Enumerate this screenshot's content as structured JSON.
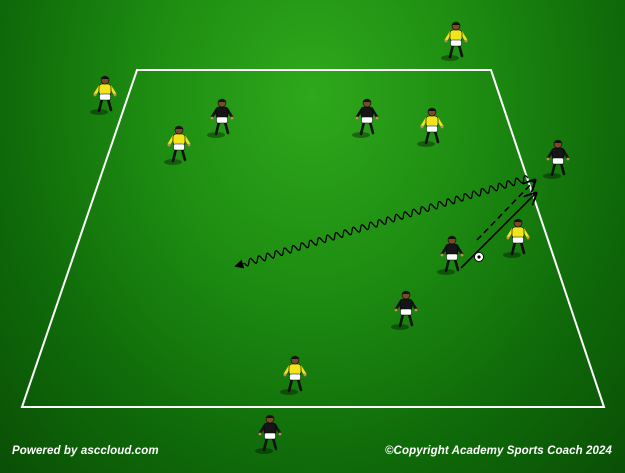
{
  "footer": {
    "powered_by": "Powered by asccloud.com",
    "copyright": "©Copyright Academy Sports Coach 2024"
  },
  "colors": {
    "field_light": "#2fa81c",
    "field_dark": "#0a4f06",
    "lines": "#ffffff",
    "team_yellow_shirt": "#f2e51d",
    "team_black_shirt": "#151515",
    "shorts_white": "#ffffff",
    "arrow": "#000000"
  },
  "diagram": {
    "field_outline": "white-trapezoid",
    "players": [
      {
        "team": "yellow",
        "role": "player-yellow-top-right"
      },
      {
        "team": "yellow",
        "role": "player-yellow-top-left"
      },
      {
        "team": "yellow",
        "role": "player-yellow-left-mid"
      },
      {
        "team": "black",
        "role": "player-black-left"
      },
      {
        "team": "black",
        "role": "player-black-center"
      },
      {
        "team": "yellow",
        "role": "player-yellow-center-right"
      },
      {
        "team": "black",
        "role": "player-black-right-edge"
      },
      {
        "team": "black",
        "role": "player-black-with-ball"
      },
      {
        "team": "yellow",
        "role": "player-yellow-right"
      },
      {
        "team": "black",
        "role": "player-black-lower"
      },
      {
        "team": "yellow",
        "role": "player-yellow-bottom"
      },
      {
        "team": "black",
        "role": "player-black-bottom"
      }
    ],
    "ball": "soccer-ball",
    "arrows": [
      "dribble-wavy-arrow",
      "run-dashed-arrow",
      "pass-solid-arrow"
    ]
  }
}
